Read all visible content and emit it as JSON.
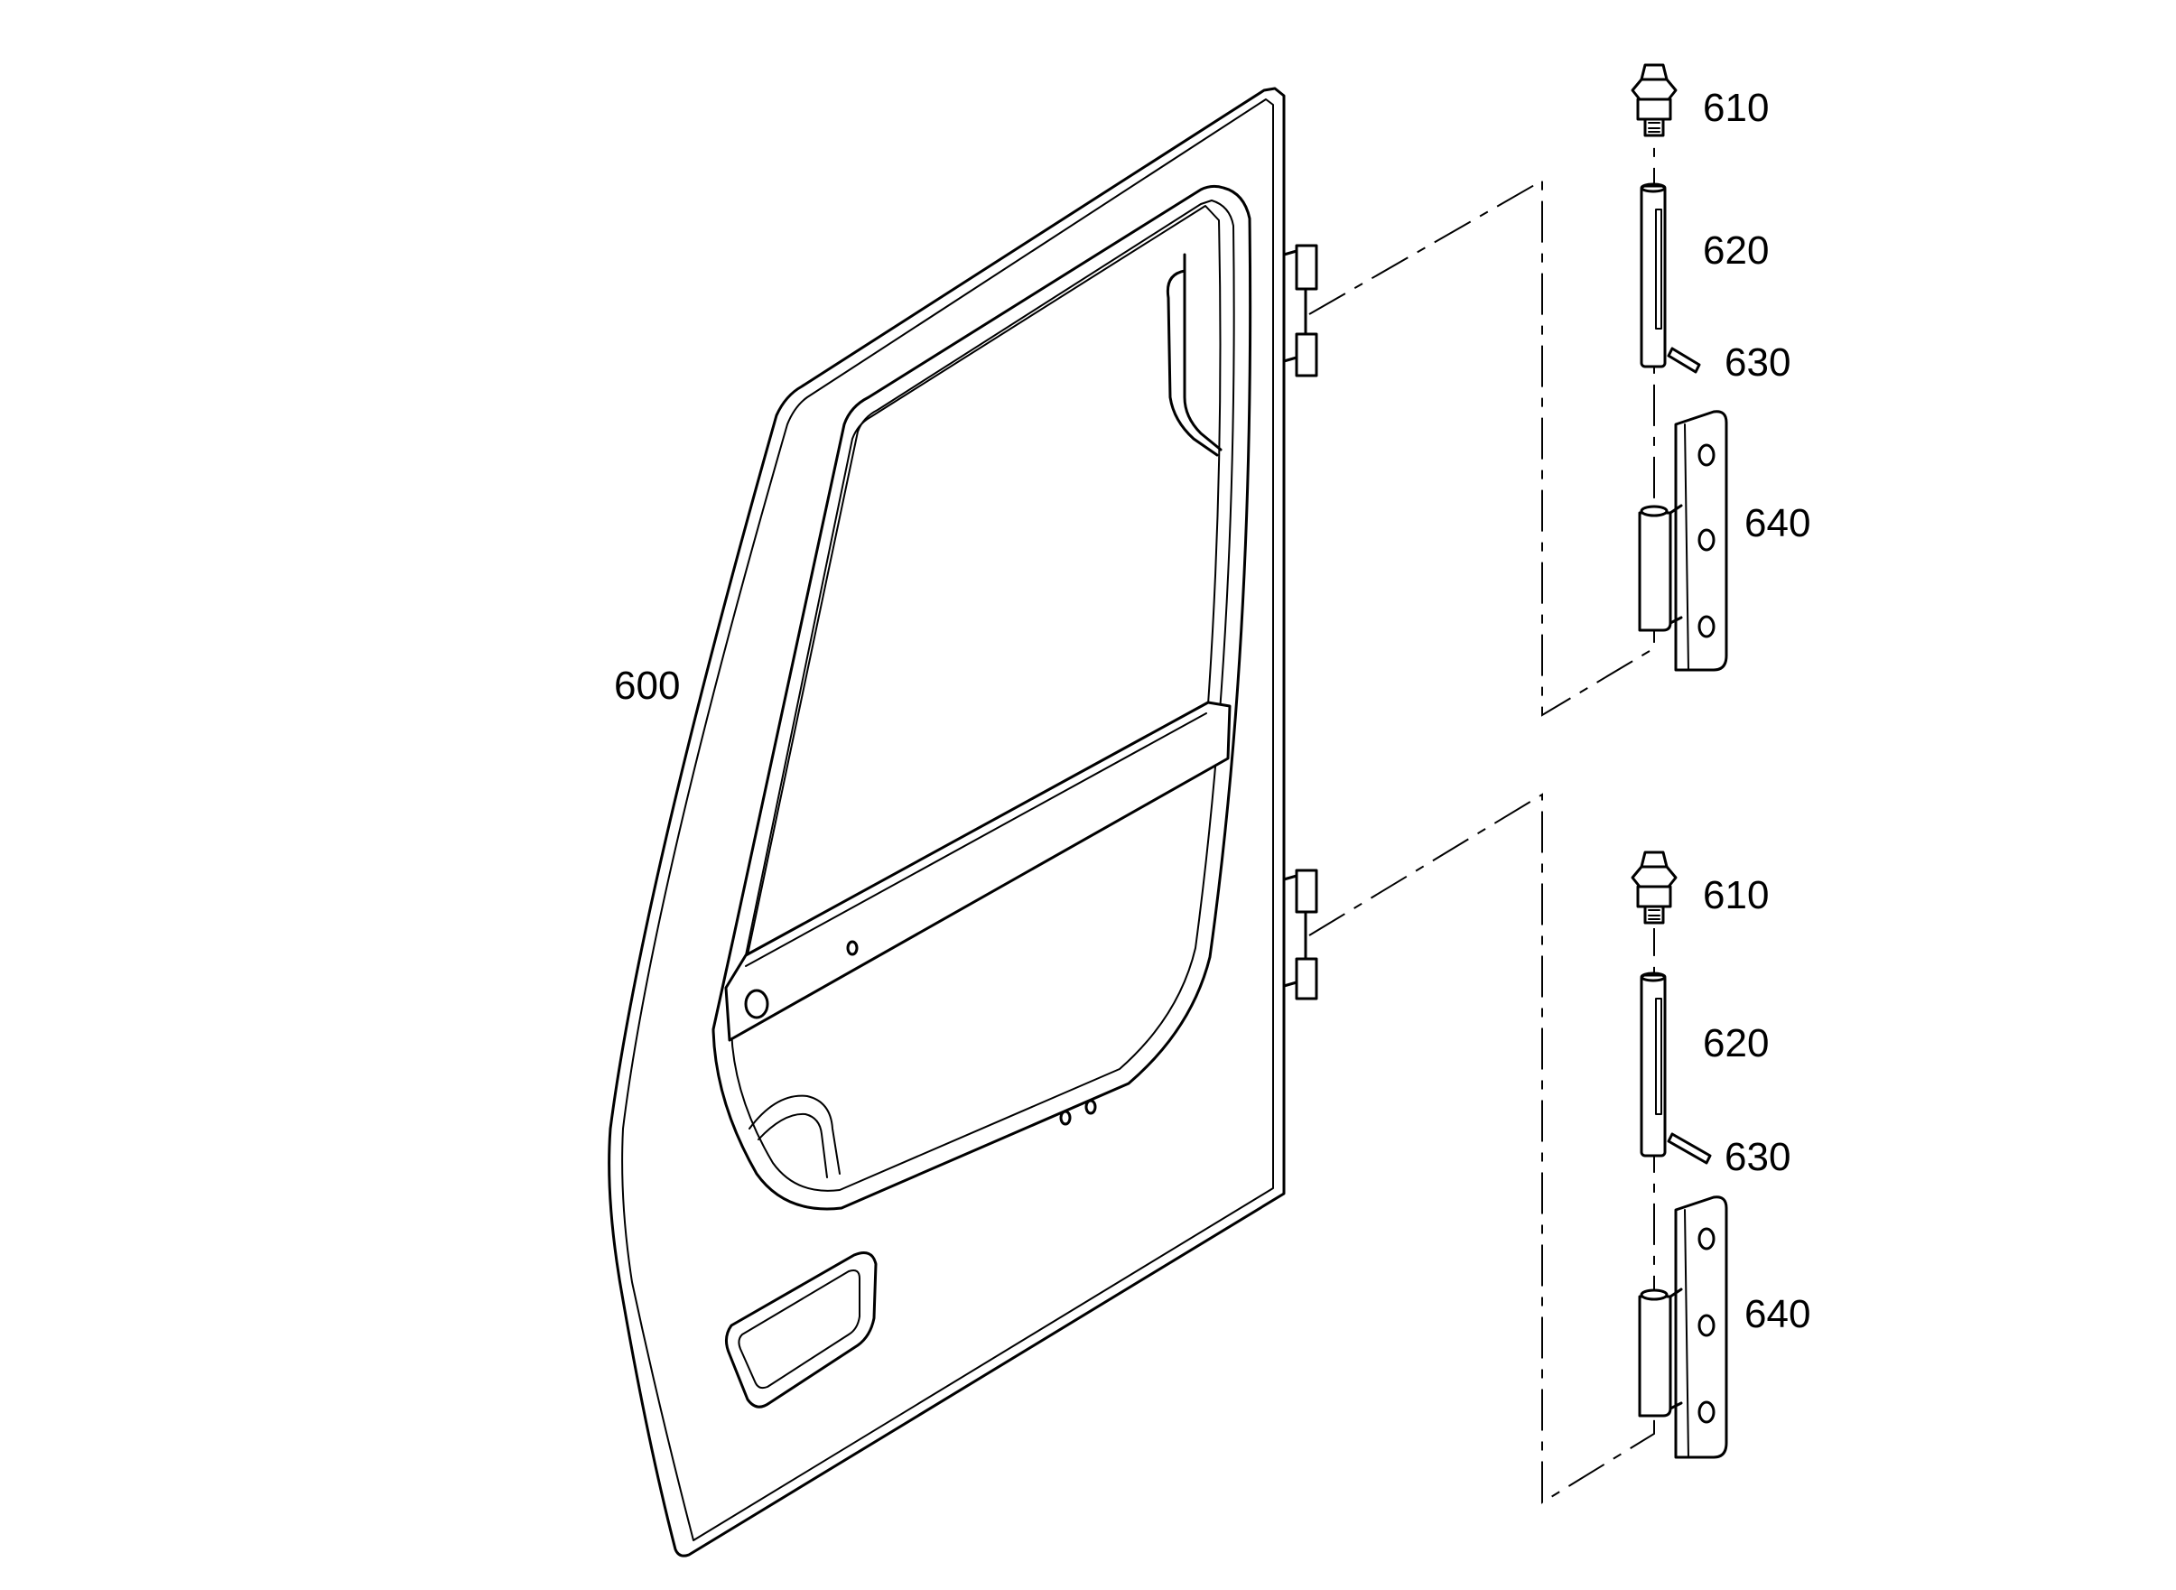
{
  "callouts": {
    "door": "600",
    "upper_fitting": "610",
    "upper_pin": "620",
    "upper_split_pin": "630",
    "upper_hinge": "640",
    "lower_fitting": "610",
    "lower_pin": "620",
    "lower_split_pin": "630",
    "lower_hinge": "640"
  }
}
